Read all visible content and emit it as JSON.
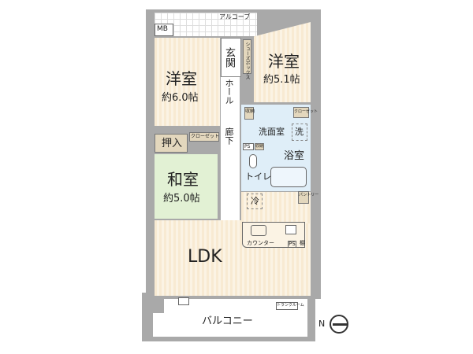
{
  "labels": {
    "alcove": "アルコーブ",
    "mb": "MB",
    "entrance": "玄関",
    "shoebox": "シューズボックス",
    "west_room": "洋室",
    "west_room_size": "約6.0帖",
    "east_room": "洋室",
    "east_room_size": "約5.1帖",
    "hall": "ホール",
    "corridor": "廊下",
    "storage1": "収納",
    "storage2": "収納",
    "closet1": "クローゼット",
    "closet2": "クローゼット",
    "washroom": "洗面室",
    "washer": "洗",
    "ps1": "PS",
    "ps2": "PS",
    "bath": "浴室",
    "toilet": "トイレ",
    "fridge": "冷",
    "pantry": "パントリー",
    "oshiire": "押入",
    "japanese_room": "和室",
    "japanese_room_size": "約5.0帖",
    "ldk": "LDK",
    "counter": "カウンター",
    "shelf": "棚",
    "trunk_room": "トランクルーム",
    "balcony": "バルコニー",
    "north": "N"
  }
}
